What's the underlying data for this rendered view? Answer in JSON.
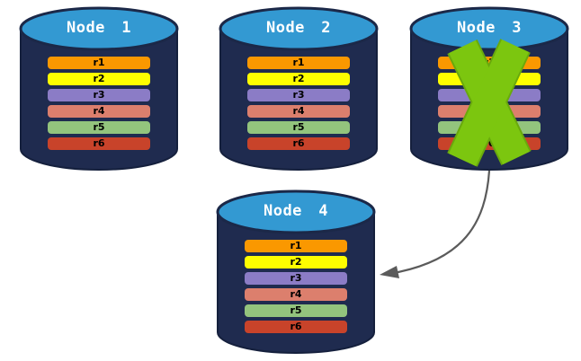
{
  "diagram": {
    "type": "database-node-failure-replication",
    "nodes": [
      {
        "label": "Node 1",
        "failed": false
      },
      {
        "label": "Node 2",
        "failed": false
      },
      {
        "label": "Node 3",
        "failed": true
      },
      {
        "label": "Node 4",
        "failed": false
      }
    ],
    "row_labels": [
      "r1",
      "r2",
      "r3",
      "r4",
      "r5",
      "r6"
    ],
    "row_colors": [
      "#FA9800",
      "#FEFE00",
      "#8B7CC6",
      "#DC7F6D",
      "#93C47D",
      "#C8432A"
    ],
    "failure_mark": {
      "icon": "x-cross-icon",
      "on_node": "Node 3"
    },
    "arrow": {
      "icon": "curved-arrow-icon",
      "from": "Node 3",
      "to": "Node 4"
    }
  },
  "colors": {
    "background": "#FFFFFF",
    "cylinder_body": "#1F2B4F",
    "cylinder_edge": "#15203D",
    "ellipse_fill": "#3399D2",
    "ellipse_stroke": "#1B2848",
    "title_text": "#FFFFFF",
    "row_text": "#000000",
    "failure_x": "#7CC60F",
    "failure_x_edge": "#69A90C",
    "arrow": "#5B5B5B"
  }
}
